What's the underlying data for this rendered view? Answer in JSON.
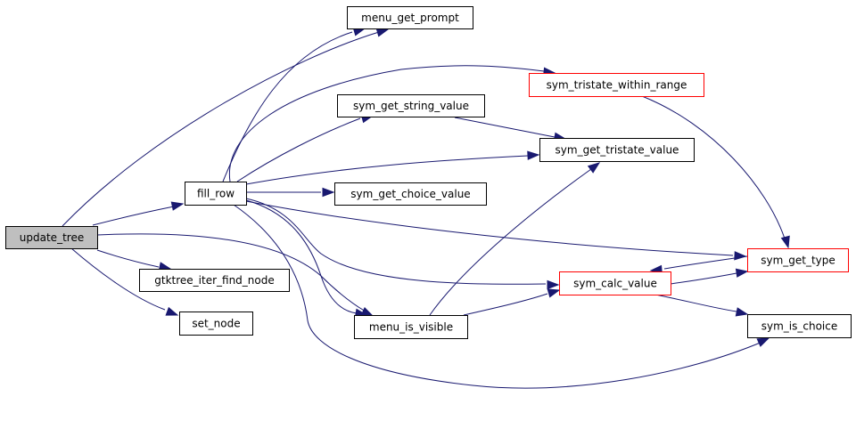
{
  "graph": {
    "colors": {
      "edge": "#191970",
      "border_default": "#000000",
      "border_truncated": "#ff0000",
      "root_fill": "#bfbfbf",
      "node_fill": "#ffffff"
    },
    "nodes": {
      "update_tree": {
        "label": "update_tree",
        "role": "root"
      },
      "fill_row": {
        "label": "fill_row",
        "role": "normal"
      },
      "gtktree_iter_find_node": {
        "label": "gtktree_iter_find_node",
        "role": "normal"
      },
      "set_node": {
        "label": "set_node",
        "role": "normal"
      },
      "menu_get_prompt": {
        "label": "menu_get_prompt",
        "role": "normal"
      },
      "sym_get_string_value": {
        "label": "sym_get_string_value",
        "role": "normal"
      },
      "sym_get_choice_value": {
        "label": "sym_get_choice_value",
        "role": "normal"
      },
      "menu_is_visible": {
        "label": "menu_is_visible",
        "role": "normal"
      },
      "sym_tristate_within_range": {
        "label": "sym_tristate_within_range",
        "role": "truncated"
      },
      "sym_get_tristate_value": {
        "label": "sym_get_tristate_value",
        "role": "normal"
      },
      "sym_calc_value": {
        "label": "sym_calc_value",
        "role": "truncated"
      },
      "sym_get_type": {
        "label": "sym_get_type",
        "role": "truncated"
      },
      "sym_is_choice": {
        "label": "sym_is_choice",
        "role": "normal"
      }
    },
    "edges": [
      {
        "from": "update_tree",
        "to": "fill_row"
      },
      {
        "from": "update_tree",
        "to": "gtktree_iter_find_node"
      },
      {
        "from": "update_tree",
        "to": "set_node"
      },
      {
        "from": "update_tree",
        "to": "menu_get_prompt"
      },
      {
        "from": "update_tree",
        "to": "menu_is_visible"
      },
      {
        "from": "fill_row",
        "to": "menu_get_prompt"
      },
      {
        "from": "fill_row",
        "to": "sym_get_string_value"
      },
      {
        "from": "fill_row",
        "to": "sym_get_tristate_value"
      },
      {
        "from": "fill_row",
        "to": "sym_get_choice_value"
      },
      {
        "from": "fill_row",
        "to": "sym_tristate_within_range"
      },
      {
        "from": "fill_row",
        "to": "menu_is_visible"
      },
      {
        "from": "fill_row",
        "to": "sym_calc_value"
      },
      {
        "from": "fill_row",
        "to": "sym_get_type"
      },
      {
        "from": "fill_row",
        "to": "sym_is_choice"
      },
      {
        "from": "sym_get_string_value",
        "to": "sym_get_tristate_value"
      },
      {
        "from": "sym_tristate_within_range",
        "to": "sym_get_type"
      },
      {
        "from": "menu_is_visible",
        "to": "sym_get_tristate_value"
      },
      {
        "from": "menu_is_visible",
        "to": "sym_calc_value"
      },
      {
        "from": "sym_calc_value",
        "to": "sym_get_type"
      },
      {
        "from": "sym_get_type",
        "to": "sym_calc_value"
      },
      {
        "from": "sym_calc_value",
        "to": "sym_is_choice"
      }
    ]
  }
}
